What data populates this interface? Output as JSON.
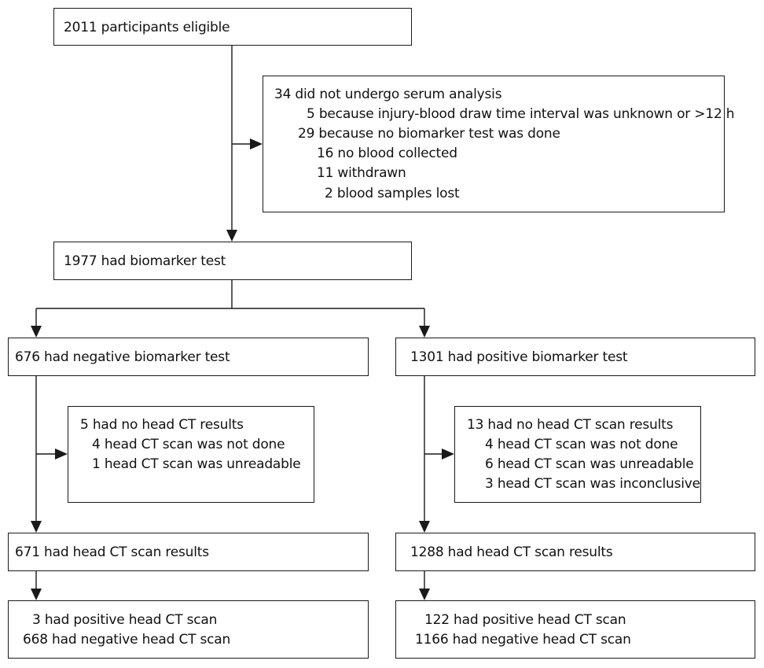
{
  "eligible": "2011 participants eligible",
  "excluded_serum": {
    "title": "34 did not undergo serum analysis",
    "lines": [
      "5 because injury-blood draw time interval was unknown or >12 h",
      "29 because no biomarker test was done",
      "16 no blood collected",
      "11 withdrawn",
      "2 blood samples lost"
    ]
  },
  "biomarker_test": "1977 had biomarker test",
  "negative": {
    "title": "676 had negative biomarker test",
    "excluded": {
      "title": "5 had no head CT results",
      "lines": [
        "4 head CT scan was not done",
        "1 head CT scan was unreadable"
      ]
    },
    "ct_results": "671 had head CT scan results",
    "outcome_positive": "3 had positive head CT scan",
    "outcome_negative": "668 had negative head CT scan"
  },
  "positive": {
    "title": "1301 had positive biomarker test",
    "excluded": {
      "title": "13 had no head CT scan results",
      "lines": [
        "4 head CT scan was not done",
        "6 head CT scan was unreadable",
        "3 head CT scan was inconclusive"
      ]
    },
    "ct_results": "1288 had head CT scan results",
    "outcome_positive": "122 had positive head CT scan",
    "outcome_negative": "1166 had negative head CT scan"
  }
}
